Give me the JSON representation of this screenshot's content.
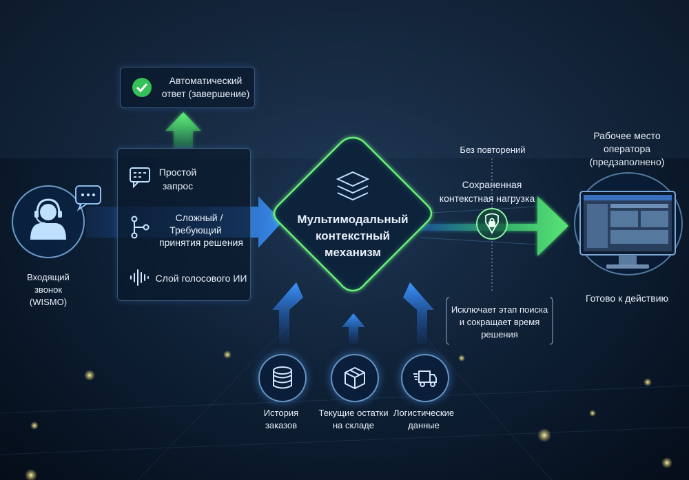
{
  "caller": {
    "label_line1": "Входящий",
    "label_line2": "звонок",
    "label_line3": "(WISMO)"
  },
  "auto_reply": {
    "line1": "Автоматический",
    "line2": "ответ (завершение)"
  },
  "panel": {
    "simple_line1": "Простой",
    "simple_line2": "запрос",
    "complex_line1": "Сложный /",
    "complex_line2": "Требующий",
    "complex_line3": "принятия решения",
    "voice": "Слой голосового ИИ"
  },
  "engine": {
    "line1": "Мультимодальный",
    "line2": "контекстный",
    "line3": "механизм"
  },
  "sources": [
    {
      "line1": "История",
      "line2": "заказов",
      "icon": "database-icon"
    },
    {
      "line1": "Текущие остатки",
      "line2": "на складе",
      "icon": "box-icon"
    },
    {
      "line1": "Логистические",
      "line2": "данные",
      "icon": "truck-icon"
    }
  ],
  "right": {
    "no_repeat": "Без повторений",
    "payload_line1": "Сохраненная",
    "payload_line2": "контекстная нагрузка",
    "note_line1": "Исключает этап поиска",
    "note_line2": "и сокращает время",
    "note_line3": "решения",
    "workstation_line1": "Рабочее место",
    "workstation_line2": "оператора",
    "workstation_line3": "(предзаполнено)",
    "ready": "Готово к действию"
  },
  "colors": {
    "blue": "#2f8cff",
    "green": "#4fe06a",
    "accent": "#7fd0ff"
  }
}
